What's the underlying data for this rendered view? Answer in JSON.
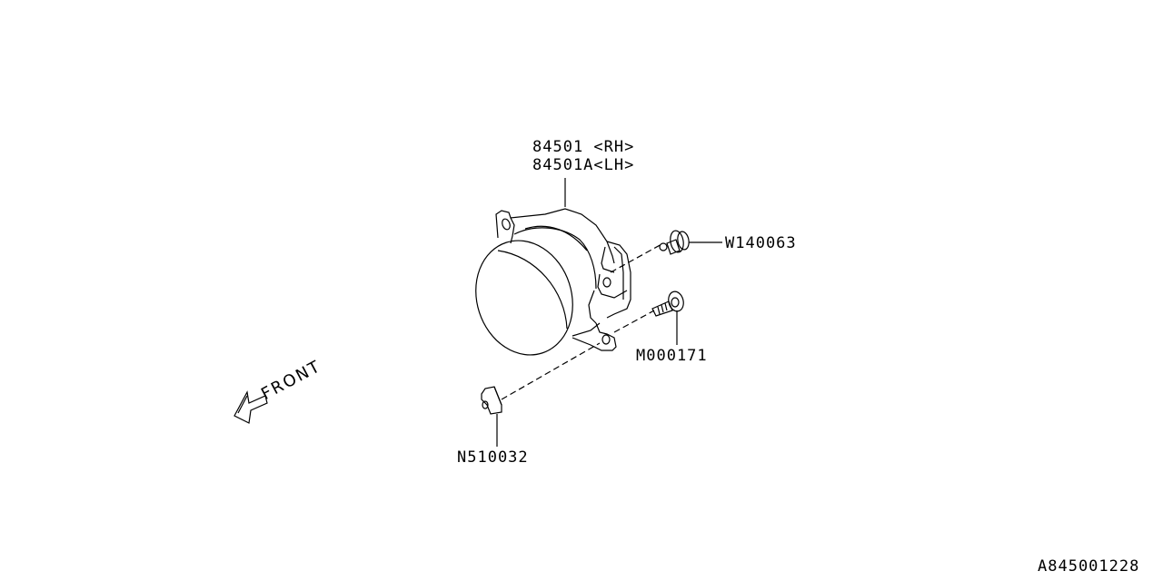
{
  "diagram": {
    "type": "parts-exploded-view",
    "subject": "fog lamp assembly",
    "callouts": [
      {
        "id": "lamp-rh",
        "part_number": "84501",
        "side": "<RH>",
        "text": "84501 <RH>"
      },
      {
        "id": "lamp-lh",
        "part_number": "84501A",
        "side": "<LH>",
        "text": "84501A<LH>"
      },
      {
        "id": "clip",
        "part_number": "W140063",
        "text": "W140063"
      },
      {
        "id": "bolt",
        "part_number": "M000171",
        "text": "M000171"
      },
      {
        "id": "nut",
        "part_number": "N510032",
        "text": "N510032"
      }
    ],
    "direction_indicator": {
      "text": "FRONT",
      "icon": "front-arrow-icon"
    },
    "figure_id": "A845001228"
  }
}
